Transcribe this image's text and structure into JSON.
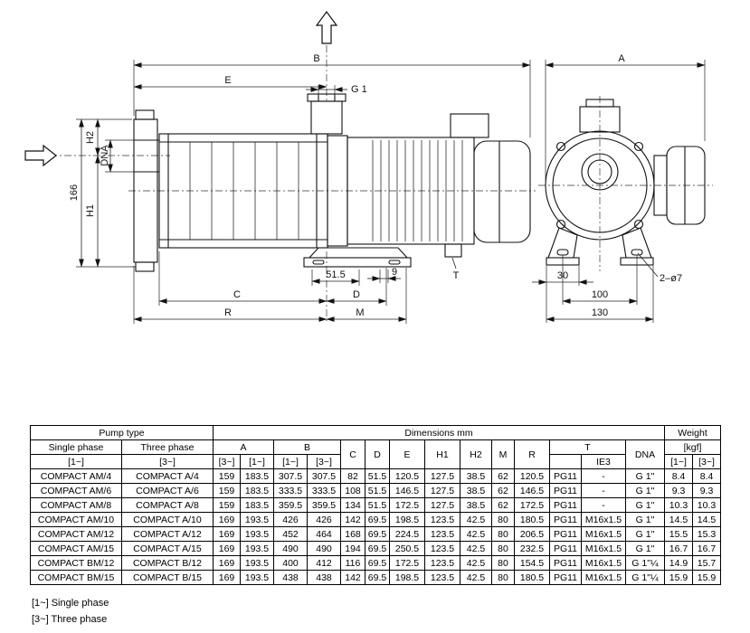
{
  "drawing": {
    "labels": {
      "dim_b": "B",
      "dim_e": "E",
      "dim_g1": "G 1",
      "dim_h2": "H2",
      "dim_dna": "DNA",
      "dim_166": "166",
      "dim_h1": "H1",
      "dim_c": "C",
      "dim_d": "D",
      "dim_r": "R",
      "dim_m": "M",
      "dim_515": "51.5",
      "dim_9": "9",
      "dim_t": "T",
      "dim_a": "A",
      "dim_30": "30",
      "dim_100": "100",
      "dim_130": "130",
      "dim_2d7": "2–ø7"
    }
  },
  "table": {
    "header": {
      "pump_type": "Pump type",
      "dimensions": "Dimensions mm",
      "weight": "Weight",
      "single_phase": "Single phase",
      "three_phase": "Three phase",
      "ph1": "[1~]",
      "ph3": "[3~]",
      "a": "A",
      "b": "B",
      "c": "C",
      "d": "D",
      "e": "E",
      "h1": "H1",
      "h2": "H2",
      "m": "M",
      "r": "R",
      "t": "T",
      "ie3": "IE3",
      "dna": "DNA",
      "kgf": "[kgf]"
    },
    "rows": [
      [
        "COMPACT AM/4",
        "COMPACT A/4",
        "159",
        "183.5",
        "307.5",
        "307.5",
        "82",
        "51.5",
        "120.5",
        "127.5",
        "38.5",
        "62",
        "120.5",
        "PG11",
        "-",
        "G 1\"",
        "8.4",
        "8.4"
      ],
      [
        "COMPACT AM/6",
        "COMPACT A/6",
        "159",
        "183.5",
        "333.5",
        "333.5",
        "108",
        "51.5",
        "146.5",
        "127.5",
        "38.5",
        "62",
        "146.5",
        "PG11",
        "-",
        "G 1\"",
        "9.3",
        "9.3"
      ],
      [
        "COMPACT AM/8",
        "COMPACT A/8",
        "159",
        "183.5",
        "359.5",
        "359.5",
        "134",
        "51.5",
        "172.5",
        "127.5",
        "38.5",
        "62",
        "172.5",
        "PG11",
        "-",
        "G 1\"",
        "10.3",
        "10.3"
      ],
      [
        "COMPACT AM/10",
        "COMPACT A/10",
        "169",
        "193.5",
        "426",
        "426",
        "142",
        "69.5",
        "198.5",
        "123.5",
        "42.5",
        "80",
        "180.5",
        "PG11",
        "M16x1.5",
        "G 1\"",
        "14.5",
        "14.5"
      ],
      [
        "COMPACT AM/12",
        "COMPACT A/12",
        "169",
        "193.5",
        "452",
        "464",
        "168",
        "69.5",
        "224.5",
        "123.5",
        "42.5",
        "80",
        "206.5",
        "PG11",
        "M16x1.5",
        "G 1\"",
        "15.5",
        "15.3"
      ],
      [
        "COMPACT AM/15",
        "COMPACT A/15",
        "169",
        "193.5",
        "490",
        "490",
        "194",
        "69.5",
        "250.5",
        "123.5",
        "42.5",
        "80",
        "232.5",
        "PG11",
        "M16x1.5",
        "G 1\"",
        "16.7",
        "16.7"
      ],
      [
        "COMPACT BM/12",
        "COMPACT B/12",
        "169",
        "193.5",
        "400",
        "412",
        "116",
        "69.5",
        "172.5",
        "123.5",
        "42.5",
        "80",
        "154.5",
        "PG11",
        "M16x1.5",
        "G 1\"¼",
        "14.9",
        "15.7"
      ],
      [
        "COMPACT BM/15",
        "COMPACT B/15",
        "169",
        "193.5",
        "438",
        "438",
        "142",
        "69.5",
        "198.5",
        "123.5",
        "42.5",
        "80",
        "180.5",
        "PG11",
        "M16x1.5",
        "G 1\"¼",
        "15.9",
        "15.9"
      ]
    ]
  },
  "footnotes": {
    "single": "[1~] Single phase",
    "three": "[3~] Three phase"
  }
}
